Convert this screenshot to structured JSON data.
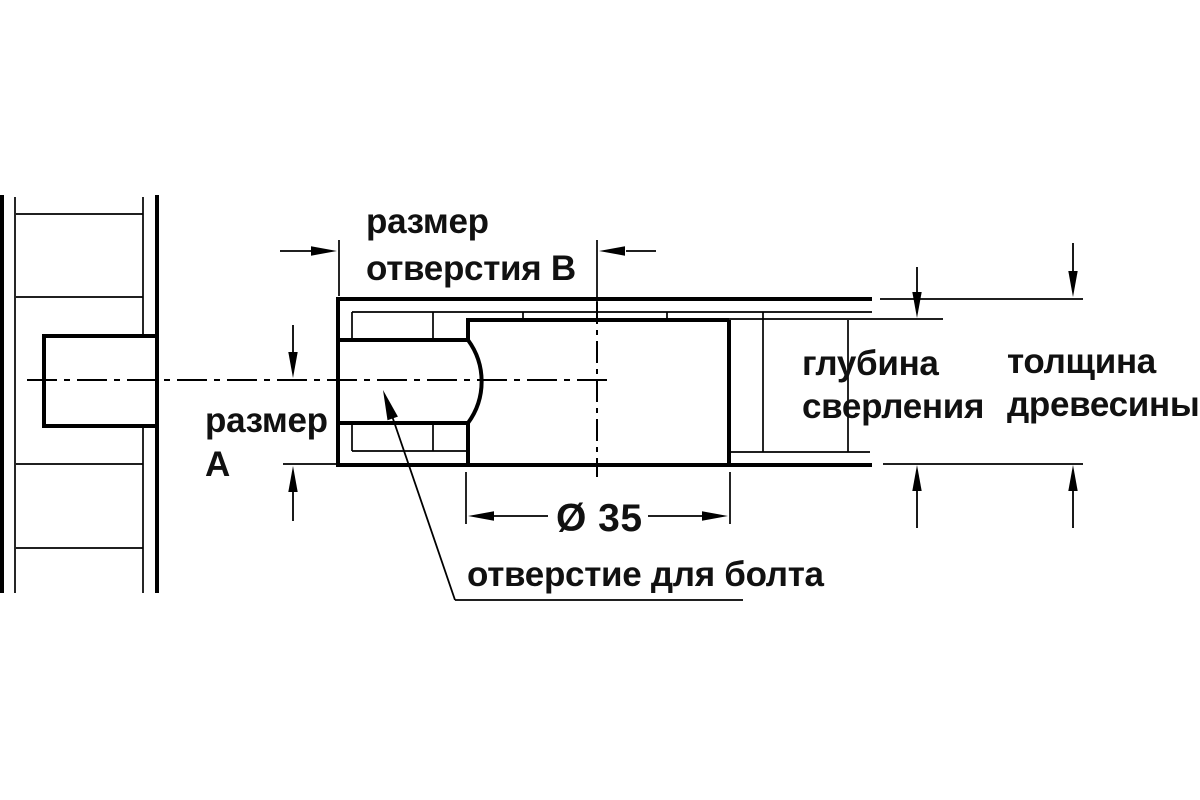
{
  "labels": {
    "hole_size_b": {
      "line1": "размер",
      "line2": "отверстия В"
    },
    "size_a": {
      "line1": "размер",
      "line2": "А"
    },
    "drilling_depth": {
      "line1": "глубина",
      "line2": "сверления"
    },
    "wood_thickness": {
      "line1": "толщина",
      "line2": "древесины"
    },
    "diameter": "Ø 35",
    "bolt_hole": "отверстие для болта"
  },
  "colors": {
    "line": "#000000",
    "text": "#111111",
    "background": "#ffffff"
  }
}
